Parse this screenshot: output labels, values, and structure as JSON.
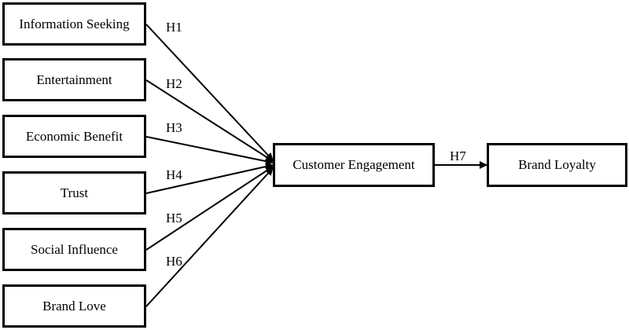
{
  "constructs": {
    "information_seeking": "Information Seeking",
    "entertainment": "Entertainment",
    "economic_benefit": "Economic Benefit",
    "trust": "Trust",
    "social_influence": "Social Influence",
    "brand_love": "Brand Love",
    "customer_engagement": "Customer Engagement",
    "brand_loyalty": "Brand Loyalty"
  },
  "hypotheses": {
    "h1": "H1",
    "h2": "H2",
    "h3": "H3",
    "h4": "H4",
    "h5": "H5",
    "h6": "H6",
    "h7": "H7"
  },
  "paths": [
    {
      "from": "Information Seeking",
      "to": "Customer Engagement",
      "label": "H1"
    },
    {
      "from": "Entertainment",
      "to": "Customer Engagement",
      "label": "H2"
    },
    {
      "from": "Economic Benefit",
      "to": "Customer Engagement",
      "label": "H3"
    },
    {
      "from": "Trust",
      "to": "Customer Engagement",
      "label": "H4"
    },
    {
      "from": "Social Influence",
      "to": "Customer Engagement",
      "label": "H5"
    },
    {
      "from": "Brand Love",
      "to": "Customer Engagement",
      "label": "H6"
    },
    {
      "from": "Customer Engagement",
      "to": "Brand Loyalty",
      "label": "H7"
    }
  ],
  "colors": {
    "line": "#000000",
    "background": "#ffffff"
  }
}
